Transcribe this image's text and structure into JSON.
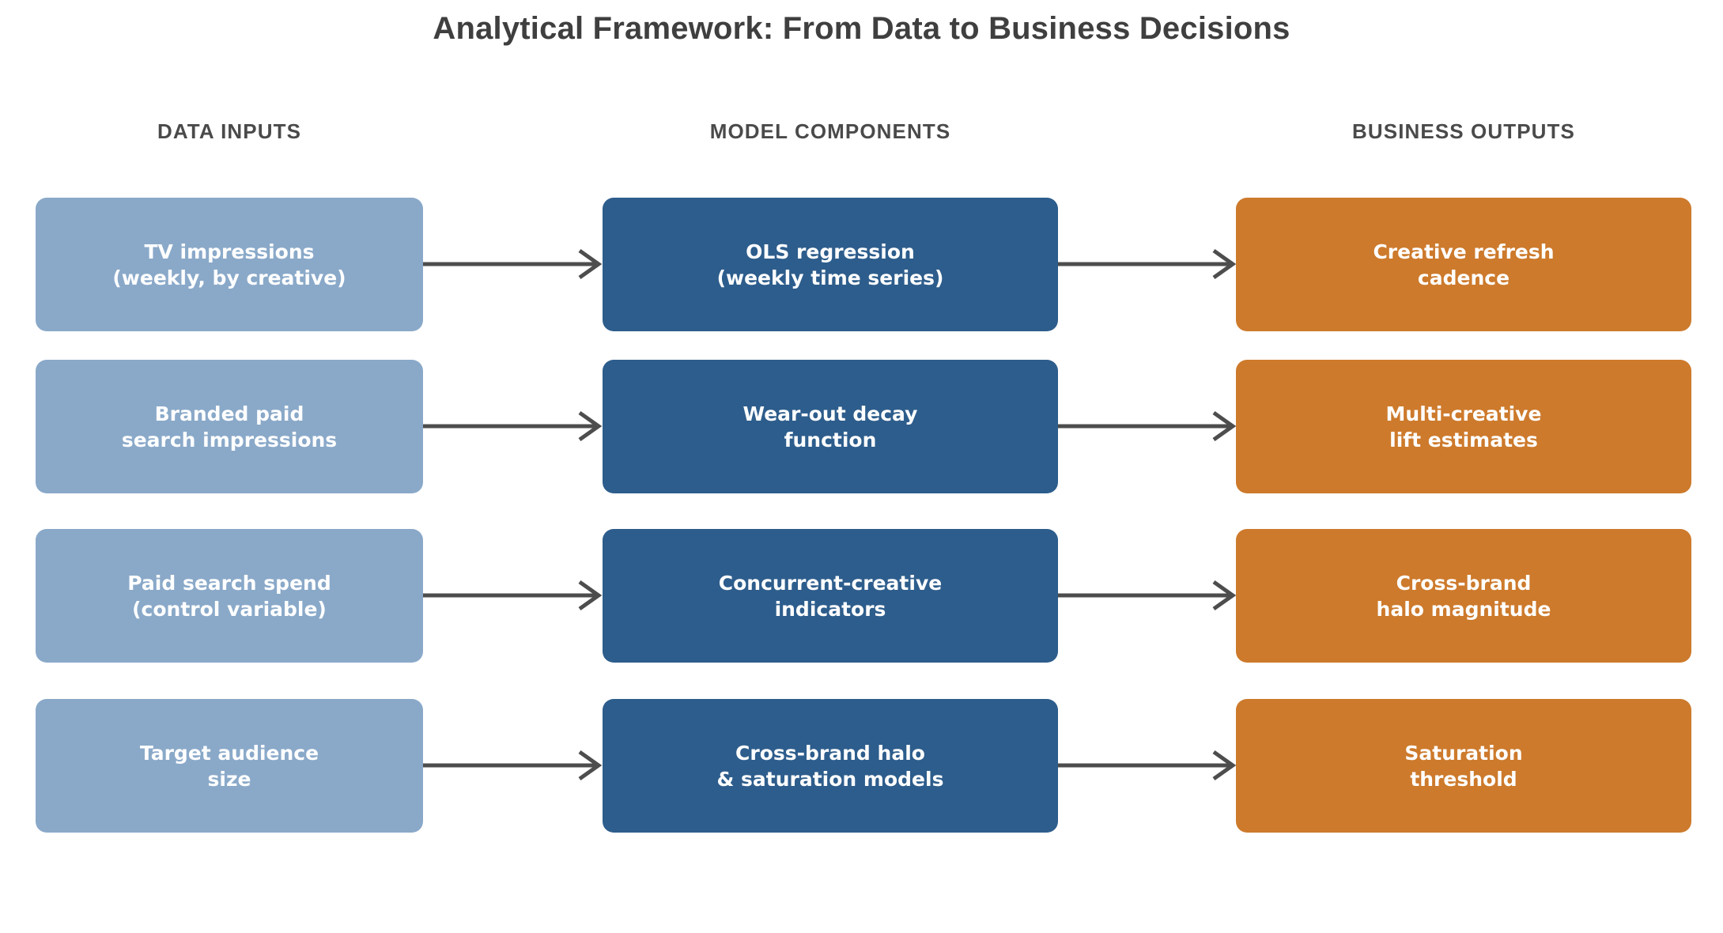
{
  "title": "Analytical Framework: From Data to Business Decisions",
  "colors": {
    "title_text": "#3f3f3f",
    "header_text": "#4a4a4a",
    "inputs_fill": "#8aa9c9",
    "models_fill": "#2d5d8c",
    "outputs_fill": "#cd7a2c",
    "node_text": "#ffffff",
    "arrow": "#4d4d4d",
    "background": "#ffffff"
  },
  "columns": [
    {
      "id": "data-inputs",
      "header": "DATA INPUTS",
      "nodes": [
        "TV impressions\n(weekly, by creative)",
        "Branded paid\nsearch impressions",
        "Paid search spend\n(control variable)",
        "Target audience\nsize"
      ]
    },
    {
      "id": "model-components",
      "header": "MODEL COMPONENTS",
      "nodes": [
        "OLS regression\n(weekly time series)",
        "Wear-out decay\nfunction",
        "Concurrent-creative\nindicators",
        "Cross-brand halo\n& saturation models"
      ]
    },
    {
      "id": "business-outputs",
      "header": "BUSINESS OUTPUTS",
      "nodes": [
        "Creative refresh\ncadence",
        "Multi-creative\nlift estimates",
        "Cross-brand\nhalo magnitude",
        "Saturation\nthreshold"
      ]
    }
  ],
  "flows": [
    {
      "from": "TV impressions (weekly, by creative)",
      "to": "OLS regression (weekly time series)"
    },
    {
      "from": "OLS regression (weekly time series)",
      "to": "Creative refresh cadence"
    },
    {
      "from": "Branded paid search impressions",
      "to": "Wear-out decay function"
    },
    {
      "from": "Wear-out decay function",
      "to": "Multi-creative lift estimates"
    },
    {
      "from": "Paid search spend (control variable)",
      "to": "Concurrent-creative indicators"
    },
    {
      "from": "Concurrent-creative indicators",
      "to": "Cross-brand halo magnitude"
    },
    {
      "from": "Target audience size",
      "to": "Cross-brand halo & saturation models"
    },
    {
      "from": "Cross-brand halo & saturation models",
      "to": "Saturation threshold"
    }
  ]
}
